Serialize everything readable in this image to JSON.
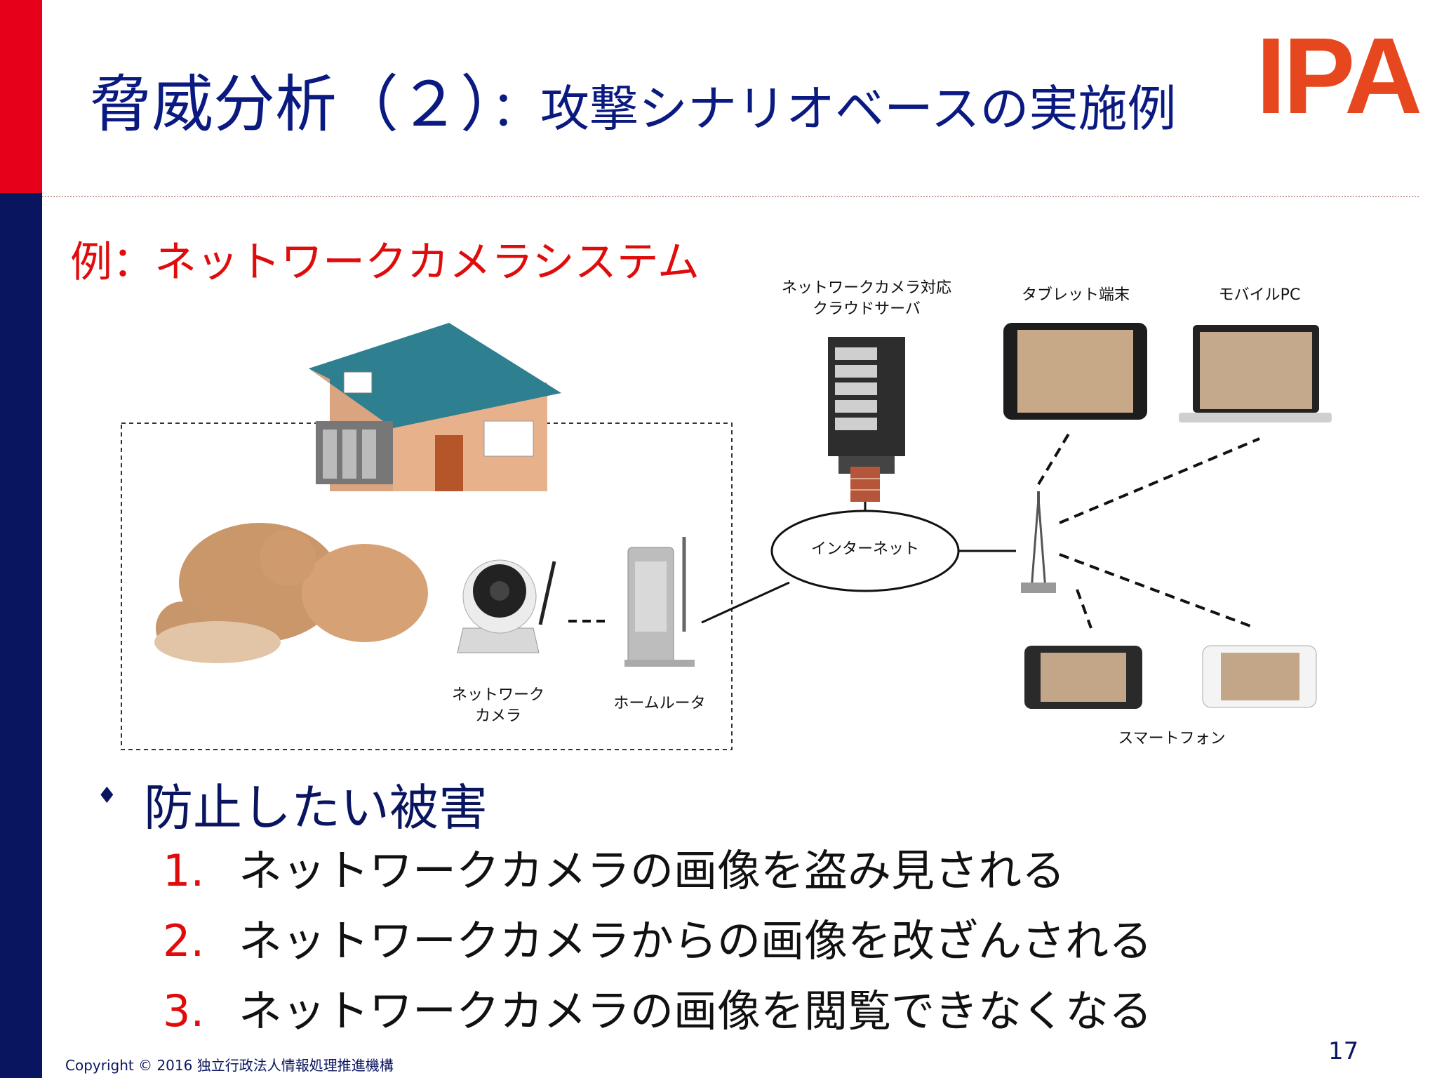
{
  "title": {
    "main": "脅威分析（２）",
    "sub": "：攻撃シナリオベースの実施例"
  },
  "logo": "IPA",
  "example_heading": "例：ネットワークカメラシステム",
  "diagram": {
    "cloud_server": "ネットワークカメラ対応\nクラウドサーバ",
    "tablet": "タブレット端末",
    "mobile_pc": "モバイルPC",
    "internet": "インターネット",
    "network_camera": "ネットワーク\nカメラ",
    "home_router": "ホームルータ",
    "smartphone": "スマートフォン"
  },
  "section_heading": "防止したい被害",
  "items": [
    {
      "num": "1.",
      "text": "ネットワークカメラの画像を盗み見される"
    },
    {
      "num": "2.",
      "text": "ネットワークカメラからの画像を改ざんされる"
    },
    {
      "num": "3.",
      "text": "ネットワークカメラの画像を閲覧できなくなる"
    }
  ],
  "copyright": "Copyright © 2016 独立行政法人情報処理推進機構",
  "page_number": "17",
  "colors": {
    "navy": "#0a1560",
    "red": "#e6001a",
    "logo": "#e6471e"
  }
}
